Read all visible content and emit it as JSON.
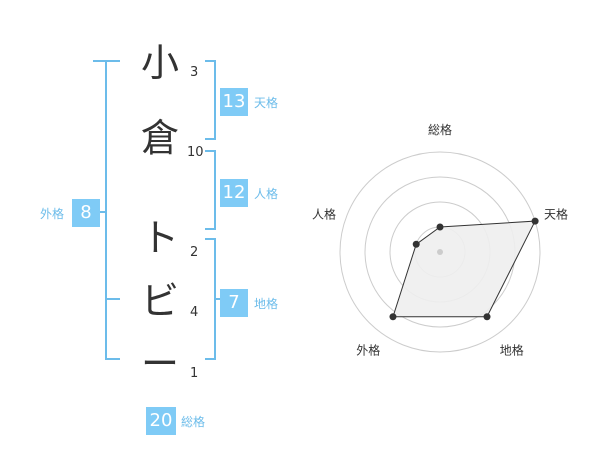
{
  "name": {
    "chars": [
      {
        "char": "小",
        "strokes": "3"
      },
      {
        "char": "倉",
        "strokes": "10"
      },
      {
        "char": "ト",
        "strokes": "2"
      },
      {
        "char": "ビ",
        "strokes": "4"
      },
      {
        "char": "ー",
        "strokes": "1"
      }
    ]
  },
  "kakusu": {
    "tenkaku": {
      "label": "天格",
      "value": "13"
    },
    "jinkaku": {
      "label": "人格",
      "value": "12"
    },
    "chikaku": {
      "label": "地格",
      "value": "7"
    },
    "gaikaku": {
      "label": "外格",
      "value": "8"
    },
    "soukaku": {
      "label": "総格",
      "value": "20"
    }
  },
  "colors": {
    "accent": "#7fcbf6",
    "bracket": "#6cbcea",
    "text": "#333333",
    "radar_fill": "#eeeeee",
    "radar_ring": "#cccccc"
  },
  "chart_data": {
    "type": "radar",
    "axes": [
      "総格",
      "天格",
      "地格",
      "外格",
      "人格"
    ],
    "rings": 4,
    "values": [
      0.25,
      1.0,
      0.8,
      0.8,
      0.25
    ]
  }
}
